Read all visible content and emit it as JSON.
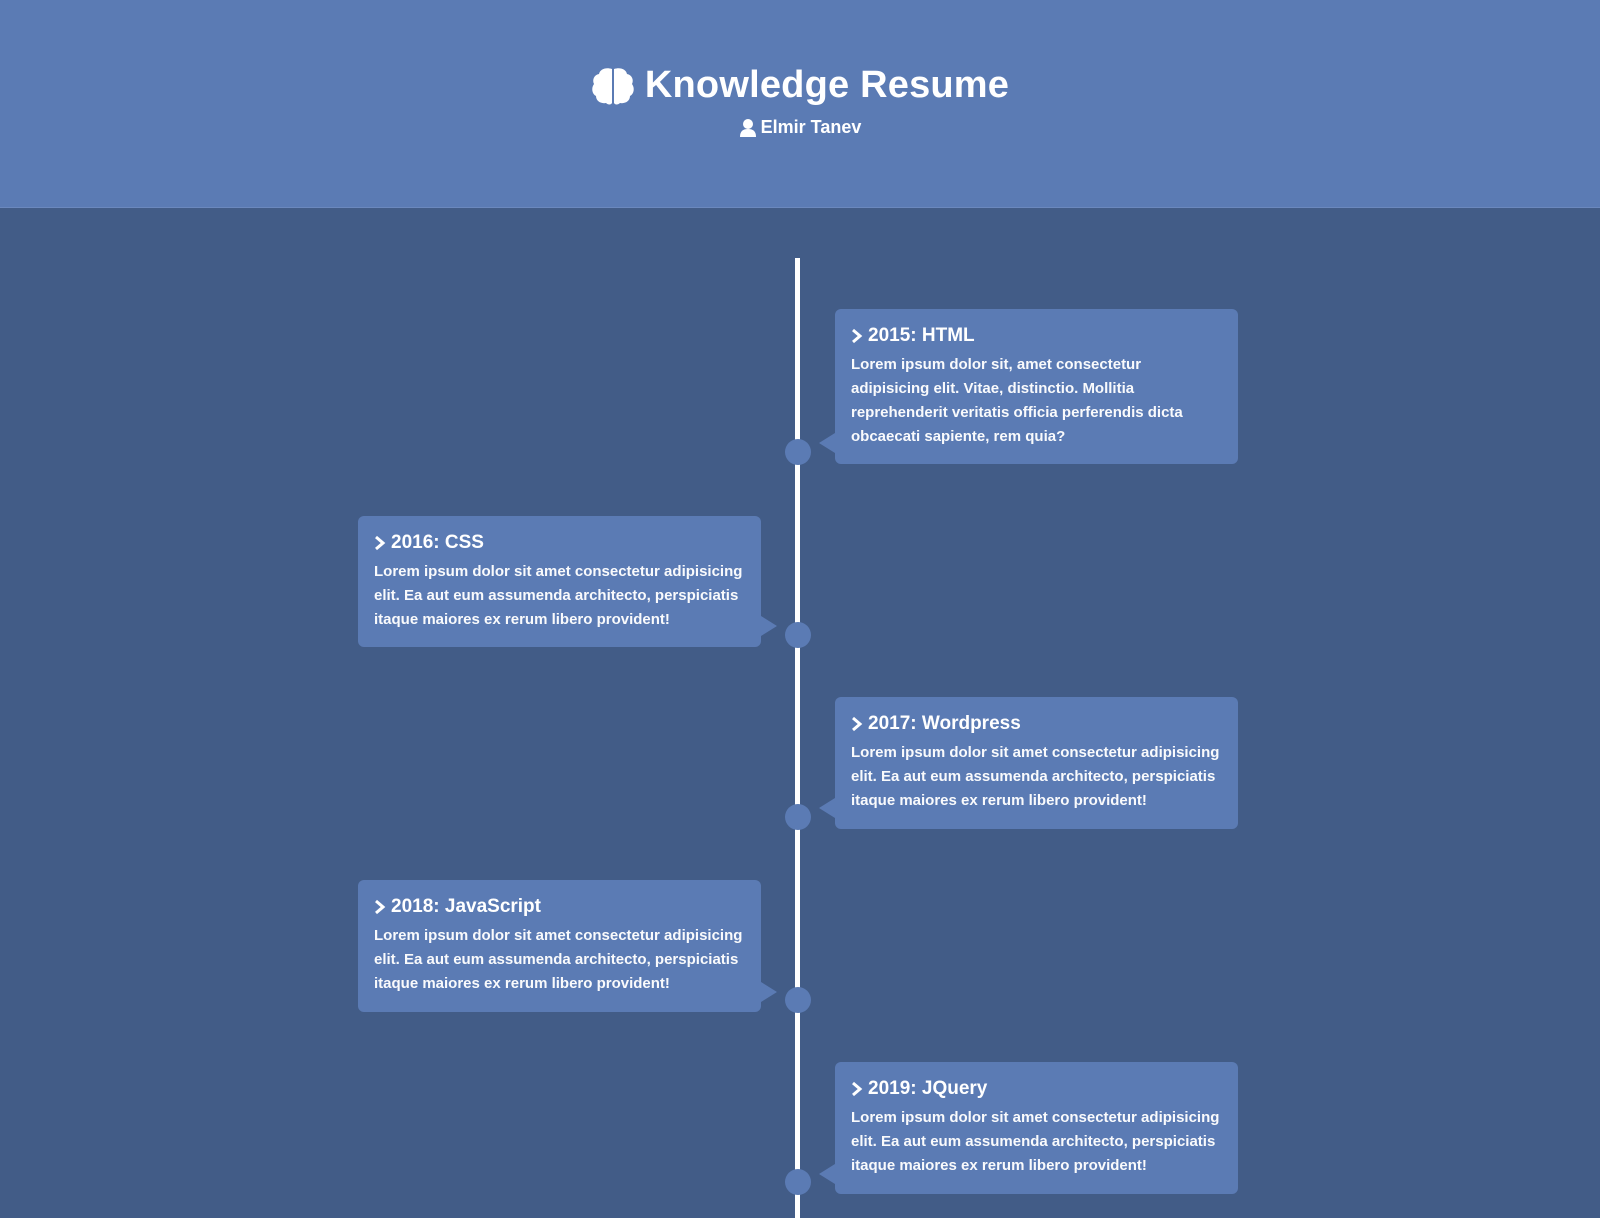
{
  "header": {
    "title": "Knowledge Resume",
    "author": "Elmir Tanev",
    "title_icon": "brain-icon",
    "author_icon": "user-icon"
  },
  "colors": {
    "header_bg": "#5b7bb4",
    "page_bg": "#425c87",
    "card_bg": "#5b7bb4",
    "line": "#ffffff"
  },
  "timeline": [
    {
      "title": "2015: HTML",
      "text": "Lorem ipsum dolor sit, amet consectetur adipisicing elit. Vitae, distinctio. Mollitia reprehenderit veritatis officia perferendis dicta obcaecati sapiente, rem quia?"
    },
    {
      "title": "2016: CSS",
      "text": "Lorem ipsum dolor sit amet consectetur adipisicing elit. Ea aut eum assumenda architecto, perspiciatis itaque maiores ex rerum libero provident!"
    },
    {
      "title": "2017: Wordpress",
      "text": "Lorem ipsum dolor sit amet consectetur adipisicing elit. Ea aut eum assumenda architecto, perspiciatis itaque maiores ex rerum libero provident!"
    },
    {
      "title": "2018: JavaScript",
      "text": "Lorem ipsum dolor sit amet consectetur adipisicing elit. Ea aut eum assumenda architecto, perspiciatis itaque maiores ex rerum libero provident!"
    },
    {
      "title": "2019: JQuery",
      "text": "Lorem ipsum dolor sit amet consectetur adipisicing elit. Ea aut eum assumenda architecto, perspiciatis itaque maiores ex rerum libero provident!"
    }
  ]
}
